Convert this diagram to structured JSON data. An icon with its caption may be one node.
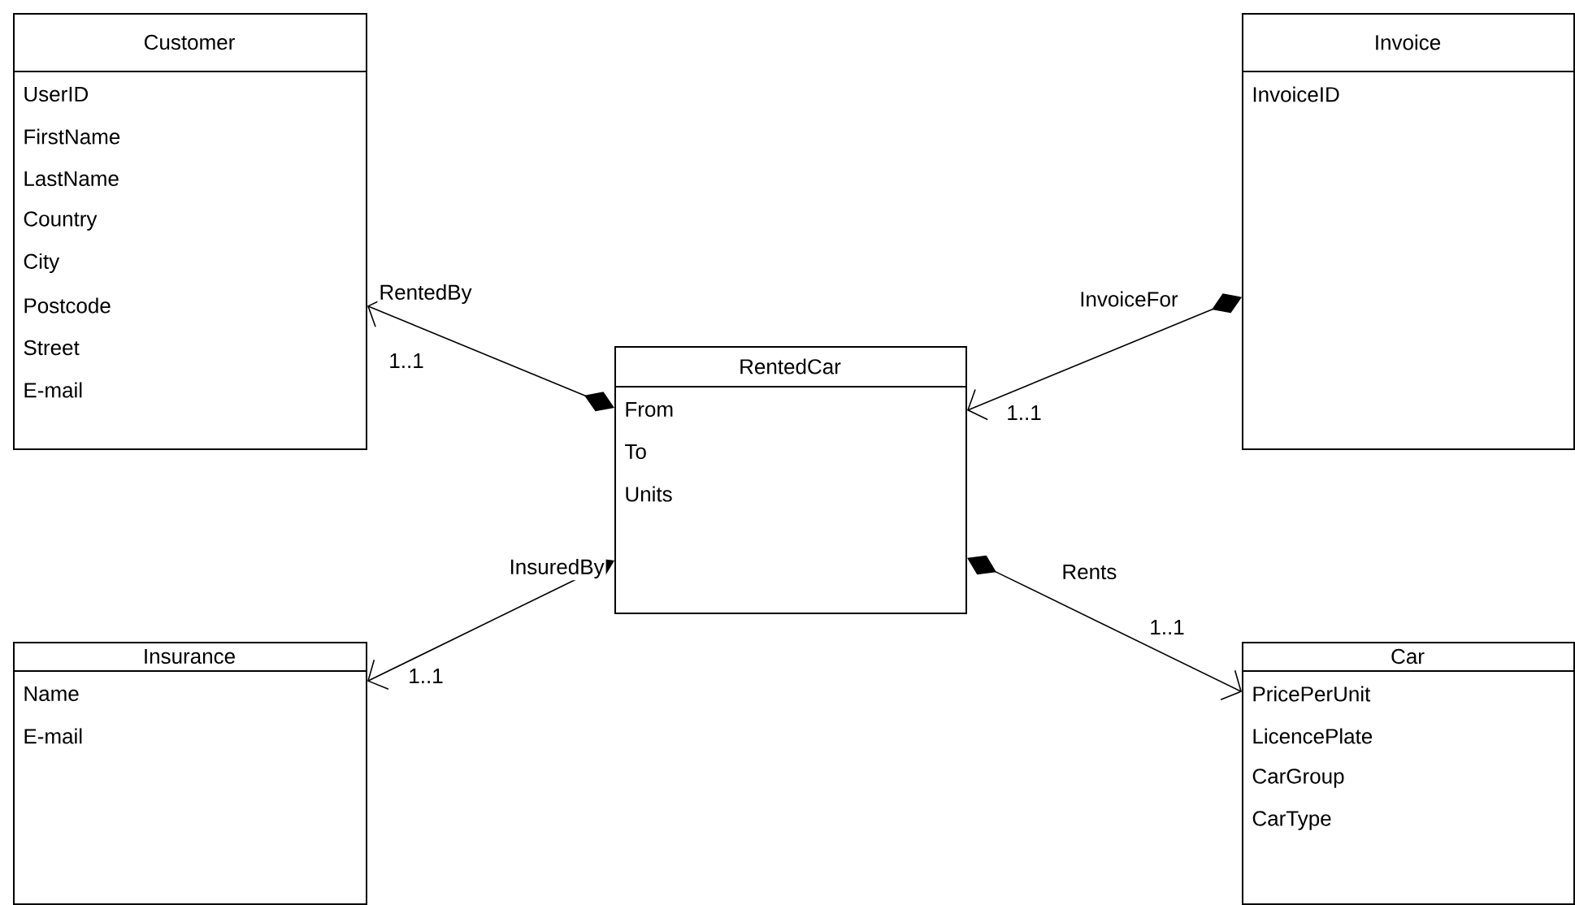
{
  "diagram": {
    "nodes": [
      {
        "text": [
          "Customer",
          "UserID",
          "FirstName",
          "LastName",
          "Country",
          "City",
          "Postcode",
          "Street",
          "E-mail"
        ]
      },
      {
        "text": [
          "Invoice",
          "InvoiceID"
        ]
      },
      {
        "text": [
          "RentedCar",
          "From",
          "To",
          "Units"
        ]
      },
      {
        "text": [
          "Insurance",
          "Name",
          "E-mail"
        ]
      },
      {
        "text": [
          "Car",
          "PricePerUnit",
          "LicencePlate",
          "CarGroup",
          "CarType"
        ]
      }
    ],
    "edges": [
      {
        "from": 2,
        "to": 0,
        "arrow": "to",
        "label": "RentedBy"
      },
      {
        "from": 1,
        "to": 2,
        "arrow": "to",
        "label": "InvoiceFor"
      },
      {
        "from": 2,
        "to": 3,
        "arrow": "to",
        "label": "InsuredBy"
      },
      {
        "from": 2,
        "to": 4,
        "arrow": "to",
        "label": "Rents"
      }
    ],
    "labels": [
      "1..1",
      "1..1",
      "1..1",
      "1..1"
    ]
  }
}
